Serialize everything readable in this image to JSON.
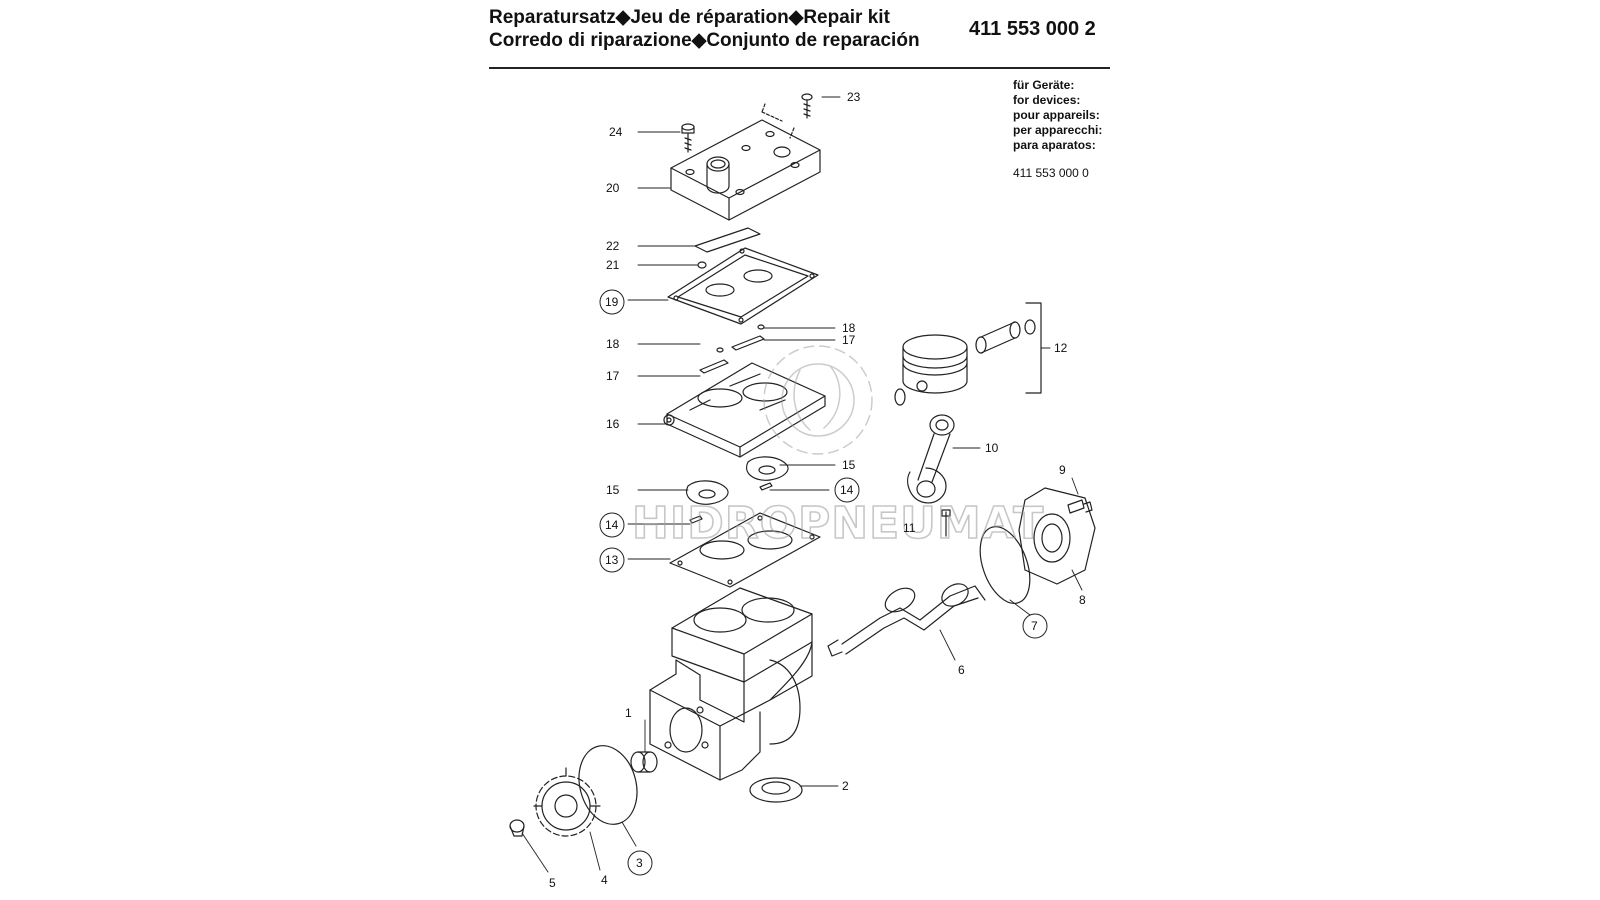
{
  "header": {
    "title_line_1": "Reparatursatz◆Jeu de réparation◆Repair kit",
    "title_line_2": "Corredo di riparazione◆Conjunto de reparación",
    "part_number": "411 553 000 2"
  },
  "devices": {
    "labels": [
      "für Geräte:",
      "for devices:",
      "pour appareils:",
      "per apparecchi:",
      "para aparatos:"
    ],
    "device_number": "411 553 000 0"
  },
  "watermark": {
    "text": "HIDROPNEUMAT"
  },
  "callouts": {
    "c1": "1",
    "c2": "2",
    "c3": "3",
    "c4": "4",
    "c5": "5",
    "c6": "6",
    "c7": "7",
    "c8": "8",
    "c9": "9",
    "c10": "10",
    "c11": "11",
    "c12": "12",
    "c13": "13",
    "c14a": "14",
    "c14b": "14",
    "c15a": "15",
    "c15b": "15",
    "c16": "16",
    "c17a": "17",
    "c17b": "17",
    "c18a": "18",
    "c18b": "18",
    "c19": "19",
    "c20": "20",
    "c21": "21",
    "c22": "22",
    "c23": "23",
    "c24": "24"
  },
  "colors": {
    "line": "#222222",
    "watermark": "#9a9a9a"
  }
}
